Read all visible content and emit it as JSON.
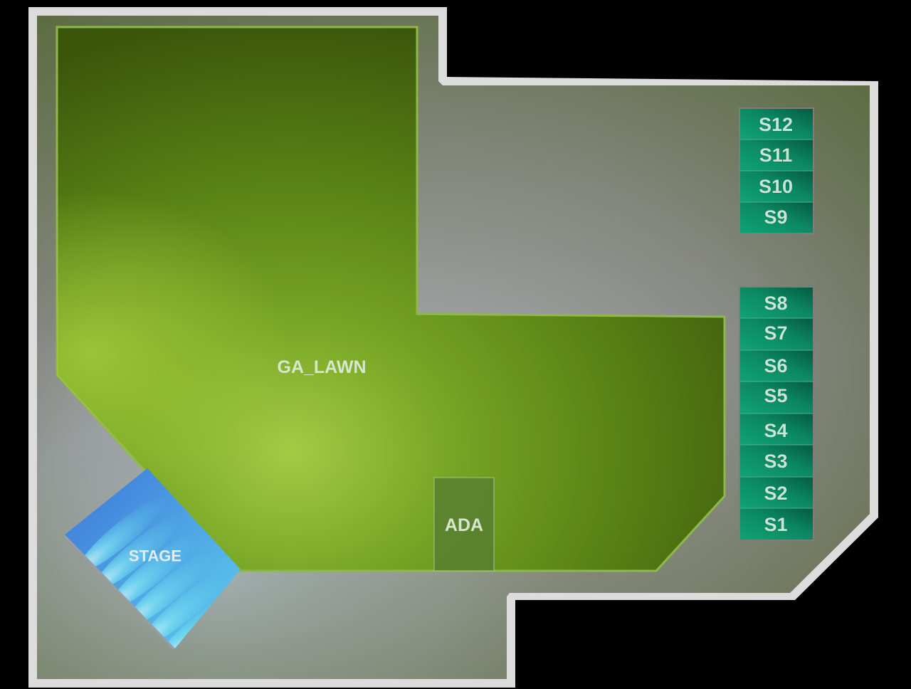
{
  "venue": {
    "type": "seating-map",
    "background_color": "#000000",
    "wall_color": "#dcdcdc",
    "floor_color": "#8a8a86",
    "floor_tint_color": "#5b6a3e"
  },
  "areas": {
    "ga_lawn": {
      "label": "GA_LAWN",
      "color_dark": "#3f5a0c",
      "color_light": "#9cc43a",
      "border_color": "#8fb84a"
    },
    "ada": {
      "label": "ADA",
      "color": "#587f30",
      "border_color": "#9fbf7a"
    },
    "stage": {
      "label": "STAGE",
      "color_primary": "#4a8fdc",
      "color_light": "#5fd4ee",
      "color_dark": "#2f4fb8"
    }
  },
  "sections": {
    "color_light": "#0f9a6e",
    "color_dark": "#06573e",
    "divider_color": "#4fb08c",
    "upper_block": [
      {
        "id": "S12",
        "label": "S12"
      },
      {
        "id": "S11",
        "label": "S11"
      },
      {
        "id": "S10",
        "label": "S10"
      },
      {
        "id": "S9",
        "label": "S9"
      }
    ],
    "lower_block": [
      {
        "id": "S8",
        "label": "S8"
      },
      {
        "id": "S7",
        "label": "S7"
      },
      {
        "id": "S6",
        "label": "S6"
      },
      {
        "id": "S5",
        "label": "S5"
      },
      {
        "id": "S4",
        "label": "S4"
      },
      {
        "id": "S3",
        "label": "S3"
      },
      {
        "id": "S2",
        "label": "S2"
      },
      {
        "id": "S1",
        "label": "S1"
      }
    ]
  }
}
